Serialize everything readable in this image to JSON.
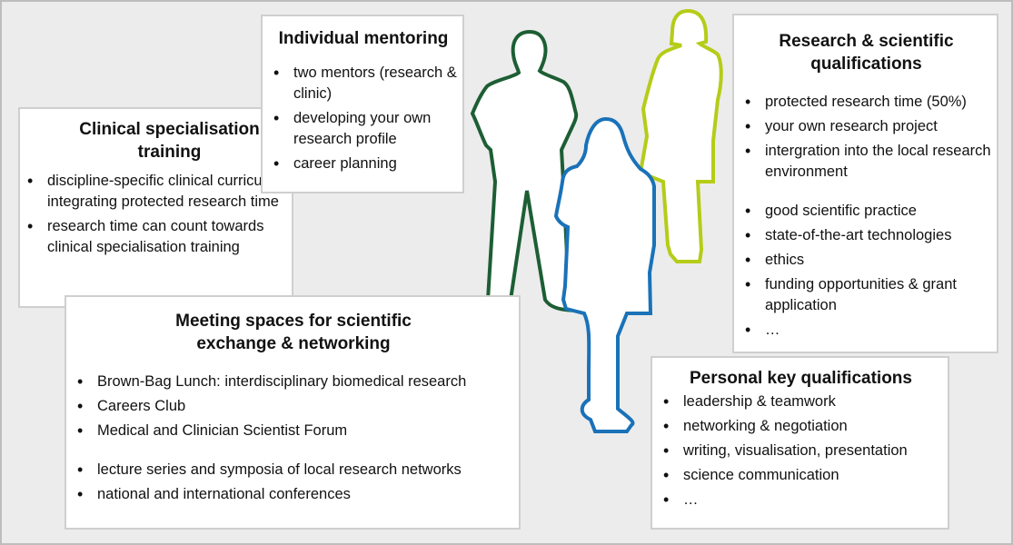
{
  "colors": {
    "green": "#1d5e34",
    "lime": "#b5cc18",
    "blue": "#1a72b8"
  },
  "boxes": {
    "mentoring": {
      "title": "Individual mentoring",
      "items": [
        "two mentors (research & clinic)",
        "developing your own research profile",
        "career planning"
      ]
    },
    "clinical": {
      "title": "Clinical specialisation training",
      "items": [
        "discipline-specific clinical curriculum integrating protected research time",
        "research time can count towards clinical specialisation training"
      ]
    },
    "meeting": {
      "title": "Meeting spaces for scientific exchange & networking",
      "items": [
        "Brown-Bag Lunch: interdisciplinary biomedical research",
        "Careers Club",
        "Medical and Clinician Scientist Forum",
        "lecture series and symposia of local research networks",
        "national and international conferences"
      ]
    },
    "research": {
      "title": "Research & scientific qualifications",
      "items": [
        "protected research time (50%)",
        "your own research project",
        "intergration into the local research environment",
        "good scientific practice",
        "state-of-the-art technologies",
        "ethics",
        "funding opportunities & grant application",
        "…"
      ]
    },
    "personal": {
      "title": "Personal key qualifications",
      "items": [
        "leadership & teamwork",
        "networking & negotiation",
        "writing, visualisation, presentation",
        "science communication",
        "…"
      ]
    }
  }
}
